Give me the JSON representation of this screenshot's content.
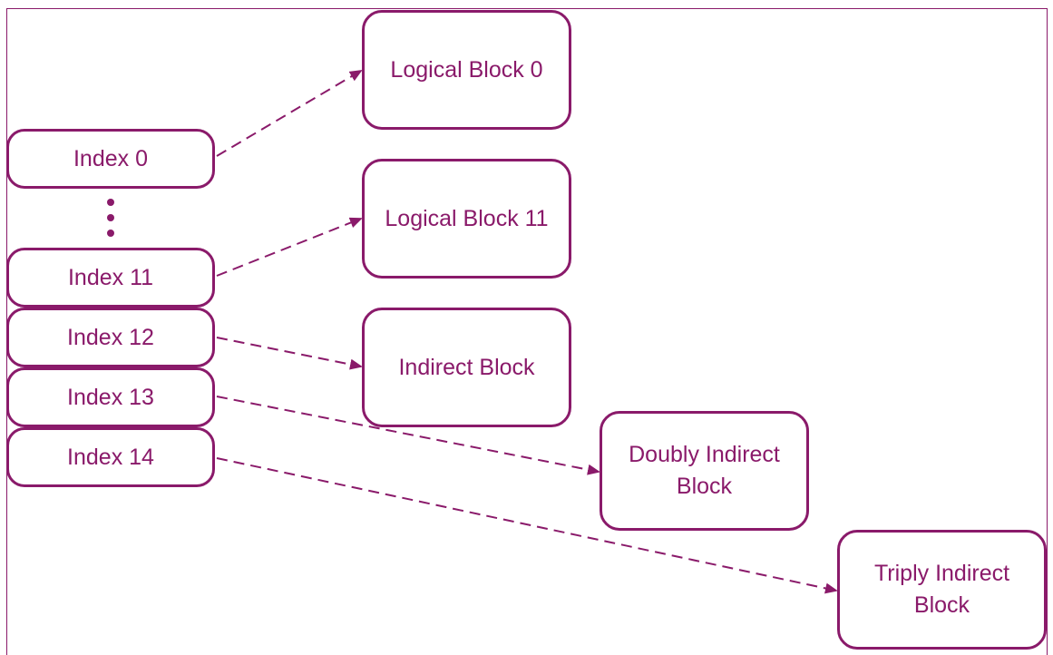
{
  "diagram": {
    "colors": {
      "accent": "#8a1a6a",
      "background": "#ffffff"
    },
    "index_entries": [
      {
        "id": "idx0",
        "label": "Index 0"
      },
      {
        "id": "idx11",
        "label": "Index 11"
      },
      {
        "id": "idx12",
        "label": "Index 12"
      },
      {
        "id": "idx13",
        "label": "Index 13"
      },
      {
        "id": "idx14",
        "label": "Index 14"
      }
    ],
    "ellipsis": "vertical-dots",
    "target_blocks": [
      {
        "id": "lb0",
        "label": "Logical Block 0"
      },
      {
        "id": "lb11",
        "label": "Logical Block 11"
      },
      {
        "id": "ind",
        "label": "Indirect Block"
      },
      {
        "id": "dind",
        "label": "Doubly Indirect\nBlock"
      },
      {
        "id": "tind",
        "label": "Triply Indirect\nBlock"
      }
    ],
    "edges": [
      {
        "from": "idx0",
        "to": "lb0",
        "style": "dashed"
      },
      {
        "from": "idx11",
        "to": "lb11",
        "style": "dashed"
      },
      {
        "from": "idx12",
        "to": "ind",
        "style": "dashed"
      },
      {
        "from": "idx13",
        "to": "dind",
        "style": "dashed"
      },
      {
        "from": "idx14",
        "to": "tind",
        "style": "dashed"
      }
    ]
  }
}
